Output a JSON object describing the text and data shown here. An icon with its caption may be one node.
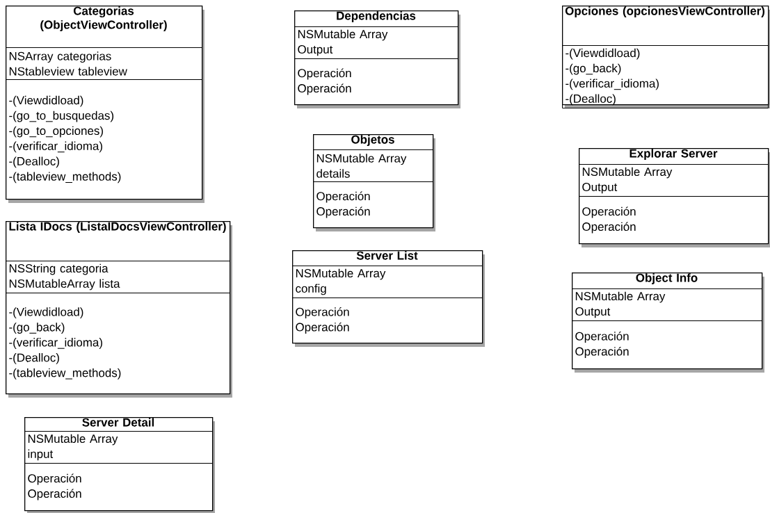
{
  "diagram": {
    "nodes": [
      {
        "text": [
          "Categorias (ObjectViewController)"
        ]
      },
      {
        "text": [
          "NSArray categorias",
          "NStableview tableview"
        ],
        "in": 0
      },
      {
        "text": [
          "-(Viewdidload)",
          "-(go_to_busquedas)",
          "-(go_to_opciones)",
          "-(verificar_idioma)",
          "-(Dealloc)",
          "-(tableview_methods)"
        ],
        "in": 0
      },
      {
        "text": [
          "Dependencias"
        ]
      },
      {
        "text": [
          "NSMutable Array",
          "Output"
        ],
        "in": 3
      },
      {
        "text": [
          "Operación",
          "Operación"
        ],
        "in": 3
      },
      {
        "text": [
          "Opciones (opcionesViewController)"
        ]
      },
      {
        "text": [
          "-(Viewdidload)",
          "-(go_back)",
          "-(verificar_idioma)",
          "-(Dealloc)"
        ],
        "in": 6
      },
      {
        "text": [
          "Objetos"
        ]
      },
      {
        "text": [
          "NSMutable Array",
          "details"
        ],
        "in": 8
      },
      {
        "text": [
          "Operación",
          "Operación"
        ],
        "in": 8
      },
      {
        "text": [
          "Explorar Server"
        ]
      },
      {
        "text": [
          "NSMutable Array",
          "Output"
        ],
        "in": 11
      },
      {
        "text": [
          "Operación",
          "Operación"
        ],
        "in": 11
      },
      {
        "text": [
          "Lista IDocs (ListaIDocsViewController)"
        ]
      },
      {
        "text": [
          "NSString categoria",
          "NSMutableArray lista"
        ],
        "in": 14
      },
      {
        "text": [
          "-(Viewdidload)",
          "-(go_back)",
          "-(verificar_idioma)",
          "-(Dealloc)",
          "-(tableview_methods)"
        ],
        "in": 14
      },
      {
        "text": [
          "Server List"
        ]
      },
      {
        "text": [
          "NSMutable Array",
          "config"
        ],
        "in": 17
      },
      {
        "text": [
          "Operación",
          "Operación"
        ],
        "in": 17
      },
      {
        "text": [
          "Object Info"
        ]
      },
      {
        "text": [
          "NSMutable Array",
          "Output"
        ],
        "in": 20
      },
      {
        "text": [
          "Operación",
          "Operación"
        ],
        "in": 20
      },
      {
        "text": [
          "Server Detail"
        ]
      },
      {
        "text": [
          "NSMutable Array",
          "input"
        ],
        "in": 23
      },
      {
        "text": [
          "Operación",
          "Operación"
        ],
        "in": 23
      }
    ]
  }
}
